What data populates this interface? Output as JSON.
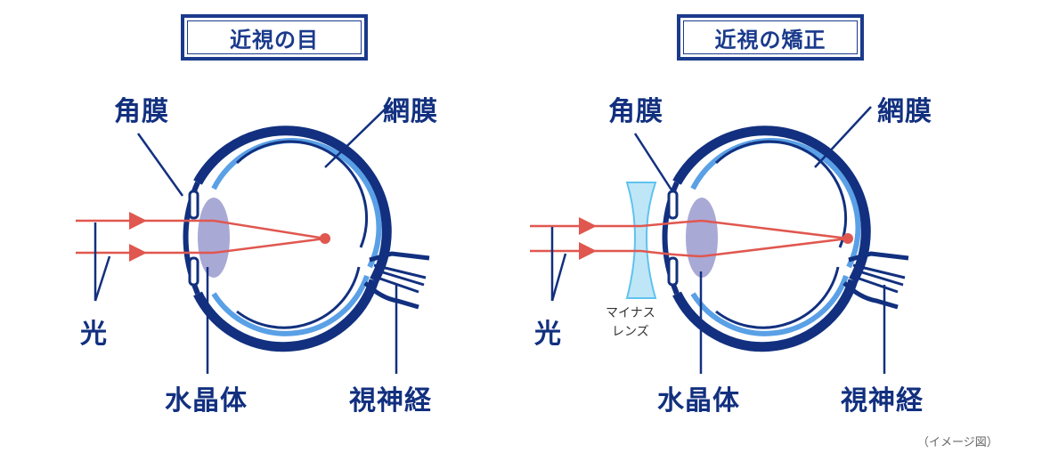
{
  "left_panel": {
    "title": "近視の目",
    "labels": {
      "cornea": "角膜",
      "retina": "網膜",
      "light": "光",
      "lens": "水晶体",
      "optic_nerve": "視神経"
    }
  },
  "right_panel": {
    "title": "近視の矯正",
    "labels": {
      "cornea": "角膜",
      "retina": "網膜",
      "light": "光",
      "lens": "水晶体",
      "optic_nerve": "視神経",
      "minus_lens_line1": "マイナス",
      "minus_lens_line2": "レンズ"
    }
  },
  "footnote": "（イメージ図）",
  "colors": {
    "navy": "#12307f",
    "light_blue": "#5aa0e6",
    "ray_red": "#e0574f",
    "lens_purple": "#a9a9d6",
    "concave_lens": "#bfe6f7"
  }
}
